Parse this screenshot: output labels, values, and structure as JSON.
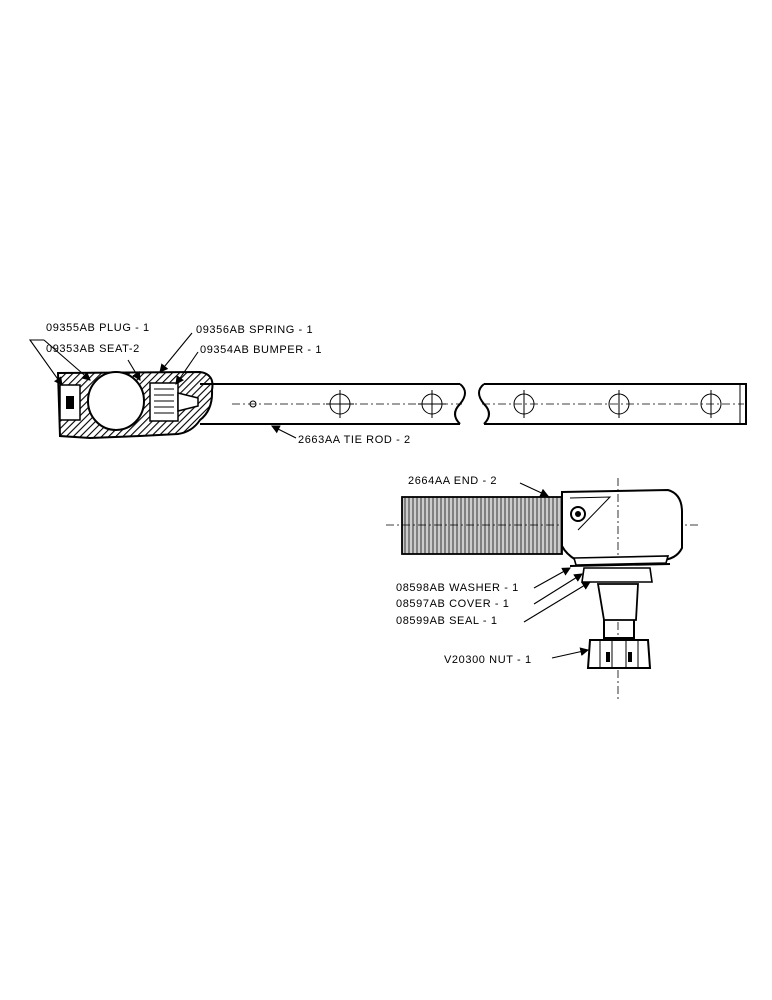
{
  "labels": {
    "plug": "09355AB PLUG - 1",
    "seat": "09353AB SEAT-2",
    "spring": "09356AB SPRING - 1",
    "bumper": "09354AB BUMPER - 1",
    "tie_rod": "2663AA TIE ROD - 2",
    "end": "2664AA END - 2",
    "washer": "08598AB WASHER - 1",
    "cover": "08597AB COVER - 1",
    "seal": "08599AB SEAL - 1",
    "nut": "V20300 NUT - 1"
  }
}
